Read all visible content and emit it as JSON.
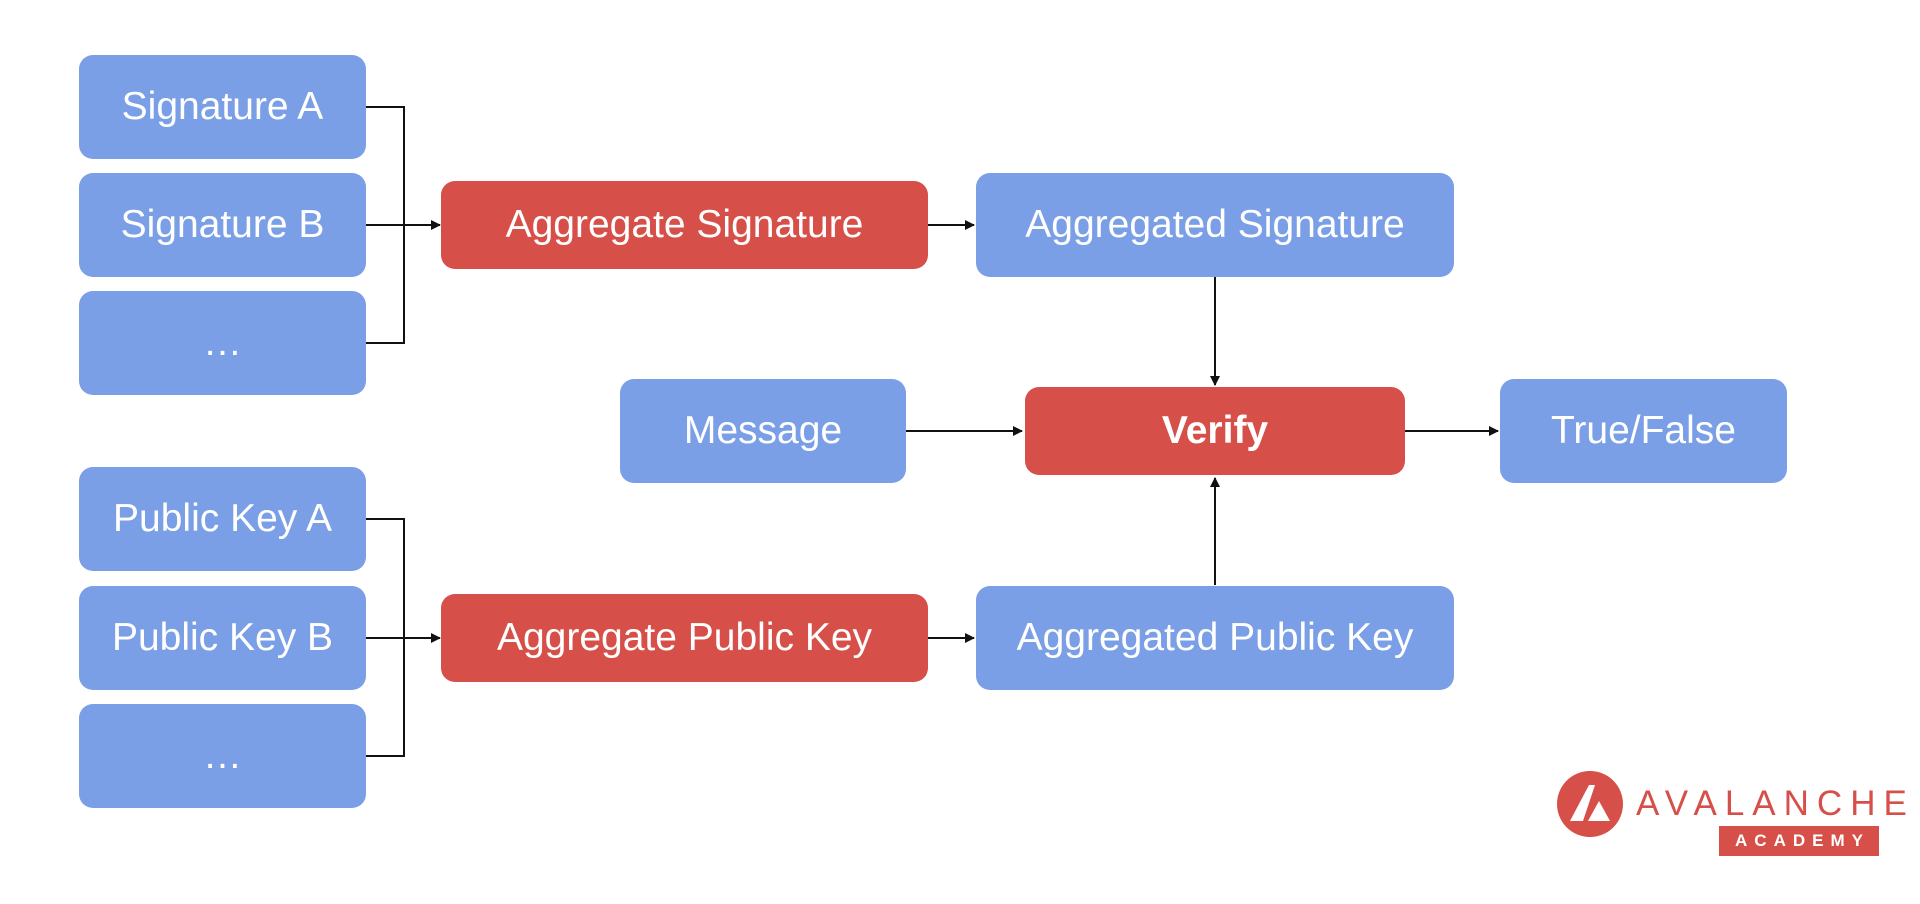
{
  "nodes": {
    "signature_a": "Signature A",
    "signature_b": "Signature B",
    "signature_more": "…",
    "aggregate_signature": "Aggregate Signature",
    "aggregated_signature": "Aggregated Signature",
    "message": "Message",
    "verify": "Verify",
    "true_false": "True/False",
    "public_key_a": "Public Key A",
    "public_key_b": "Public Key B",
    "public_key_more": "…",
    "aggregate_public_key": "Aggregate Public Key",
    "aggregated_public_key": "Aggregated Public Key"
  },
  "logo": {
    "name": "AVALANCHE",
    "subtitle": "ACADEMY"
  },
  "colors": {
    "data_node": "#7b9fe6",
    "operation_node": "#d64f48",
    "connector": "#111111",
    "brand": "#d64f48"
  }
}
